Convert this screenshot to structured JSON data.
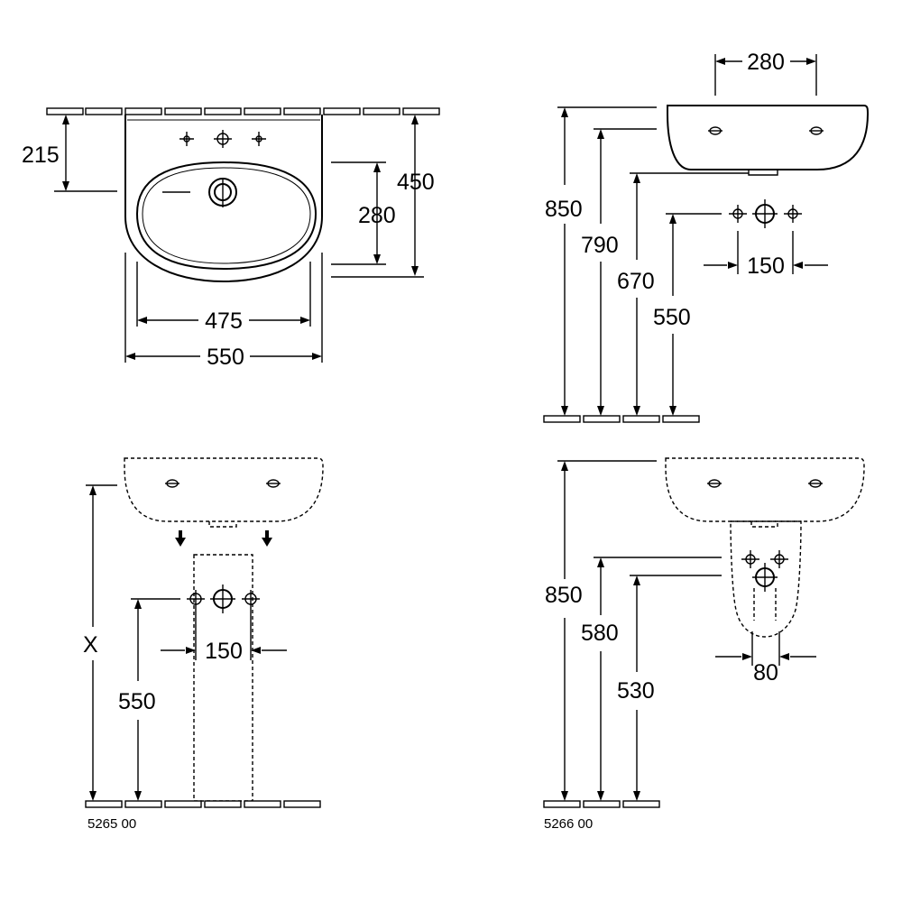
{
  "plan_view": {
    "dim_tap_offset": "215",
    "dim_depth": "450",
    "dim_bowl_depth": "280",
    "dim_bowl_width": "475",
    "dim_width": "550"
  },
  "side_view": {
    "dim_fixing_spacing": "280",
    "dim_rim_height": "850",
    "dim_fixing_height": "790",
    "dim_waste_height": "670",
    "dim_supply_height": "550",
    "dim_supply_spacing": "150"
  },
  "pedestal_view": {
    "dim_variable": "X",
    "dim_supply_height": "550",
    "dim_supply_spacing": "150",
    "product_code": "5265 00"
  },
  "semi_pedestal_view": {
    "dim_rim_height": "850",
    "dim_supply_height": "580",
    "dim_waste_height": "530",
    "dim_supply_spacing": "80",
    "product_code": "5266 00"
  }
}
